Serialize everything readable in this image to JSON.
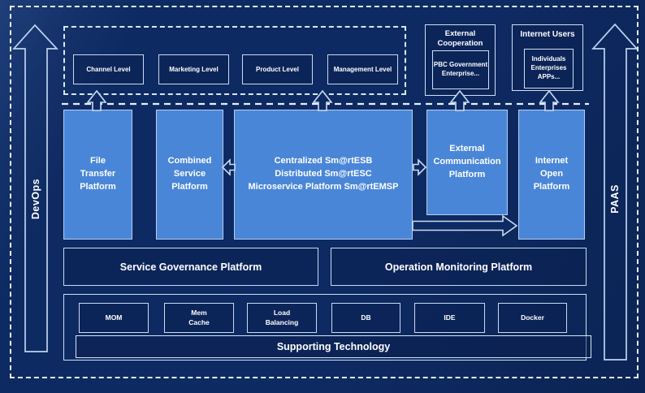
{
  "rails": {
    "devops": "DevOps",
    "paas": "PAAS"
  },
  "levels": {
    "items": [
      {
        "label": "Channel Level"
      },
      {
        "label": "Marketing Level"
      },
      {
        "label": "Product Level"
      },
      {
        "label": "Management Level"
      }
    ]
  },
  "external_cooperation": {
    "title": "External\nCooperation",
    "members": "PBC Government\nEnterprise..."
  },
  "internet_users": {
    "title": "Internet Users",
    "members": "Individuals\nEnterprises\nAPPs..."
  },
  "platforms": {
    "file_transfer": "File\nTransfer\nPlatform",
    "combined_service": "Combined\nService\nPlatform",
    "central": "Centralized Sm@rtESB\nDistributed Sm@rtESC\nMicroservice Platform Sm@rtEMSP",
    "external_communication": "External\nCommunication\nPlatform",
    "internet_open": "Internet\nOpen\nPlatform"
  },
  "governance": {
    "service_governance": "Service Governance Platform",
    "operation_monitoring": "Operation Monitoring Platform"
  },
  "supporting": {
    "title": "Supporting Technology",
    "items": [
      {
        "label": "MOM"
      },
      {
        "label": "Mem\nCache"
      },
      {
        "label": "Load\nBalancing"
      },
      {
        "label": "DB"
      },
      {
        "label": "IDE"
      },
      {
        "label": "Docker"
      }
    ]
  },
  "colors": {
    "background": "#0e2a62",
    "platform_blue": "#4a86d8",
    "border_light": "#cfe0f2",
    "text": "#ffffff"
  }
}
